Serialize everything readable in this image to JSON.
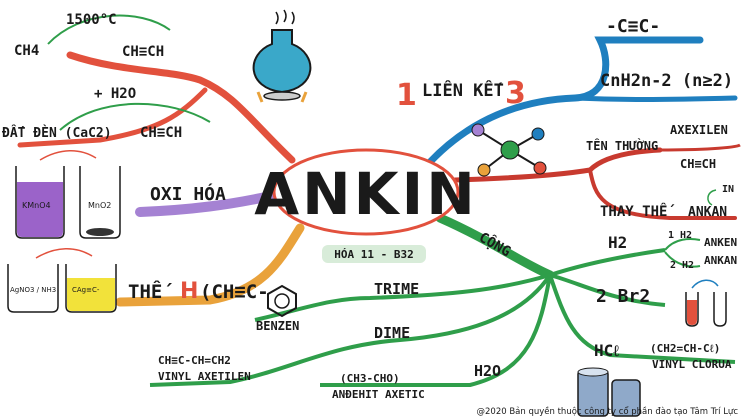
{
  "center": {
    "title": "ANKIN",
    "subtitle": "HÓA 11 - B32"
  },
  "colors": {
    "red": "#e2513d",
    "blue": "#1f7fbf",
    "green": "#2f9e4a",
    "orange": "#e9a23b",
    "purple": "#a582d3",
    "darkred": "#c83a2f"
  },
  "preparation": {
    "condition_1": "1500°C",
    "reactant_1": "CH4",
    "product_1": "CH≡CH",
    "condition_2": "+ H2O",
    "reactant_2": "ĐẤT ĐÈN (CaC2)",
    "product_2": "CH≡CH"
  },
  "bond": {
    "number": "1",
    "label": "LIÊN KẾT",
    "number_2": "3",
    "triple_bond": "-C≡C-",
    "formula": "CnH2n-2 (n≥2)"
  },
  "naming": {
    "common_label": "TÊN THƯỜNG",
    "common_example": "AXEXILEN",
    "common_formula": "CH≡CH",
    "systematic_label": "THAY THẾ",
    "systematic_example": "ANKAN",
    "ending": "IN"
  },
  "oxidation": {
    "label": "OXI HÓA",
    "beaker_1": "KMnO4",
    "beaker_2": "MnO2"
  },
  "substitution": {
    "label_prefix": "THẾ",
    "label_h": "H",
    "label_suffix": "(CH≡C-",
    "beaker_1": "AgNO3 / NH3",
    "beaker_2": "CAg≡C-"
  },
  "addition": {
    "label": "CỘNG",
    "h2": "H2",
    "h2_step1": "1 H2",
    "h2_step2": "2 H2",
    "h2_product1": "ANKEN",
    "h2_product2": "ANKAN",
    "br2": "2 Br2",
    "hcl": "HCℓ",
    "hcl_product": "(CH2=CH-Cℓ)",
    "hcl_name": "VINYL CLORUA",
    "water": "H2O",
    "water_product": "(CH3-CHO)",
    "water_name": "ANĐEHIT AXETIC",
    "dime": "DIME",
    "dime_product": "CH≡C-CH=CH2",
    "dime_name": "VINYL AXETILEN",
    "trime": "TRIME",
    "trime_product": "BENZEN"
  },
  "footer": {
    "copyright": "@2020 Bản quyền thuộc công ty cổ phần đào tạo Tâm Trí Lực"
  }
}
